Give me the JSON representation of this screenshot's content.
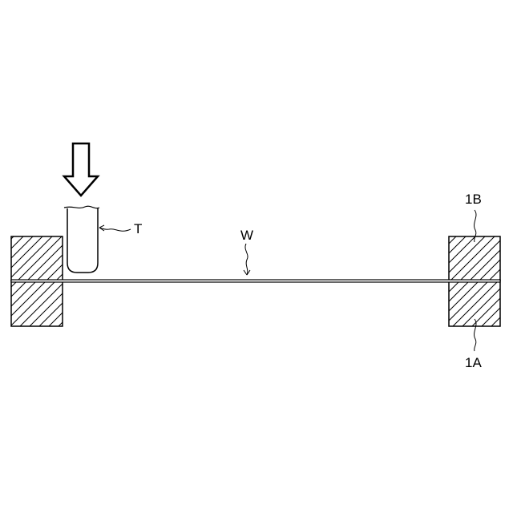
{
  "labels": {
    "tool": "T",
    "workpiece": "W",
    "upper_clamp_right": "1B",
    "lower_clamp_right": "1A"
  },
  "colors": {
    "stroke": "#000000",
    "background": "#ffffff"
  },
  "icons": {
    "force_arrow": "down-arrow-icon"
  }
}
